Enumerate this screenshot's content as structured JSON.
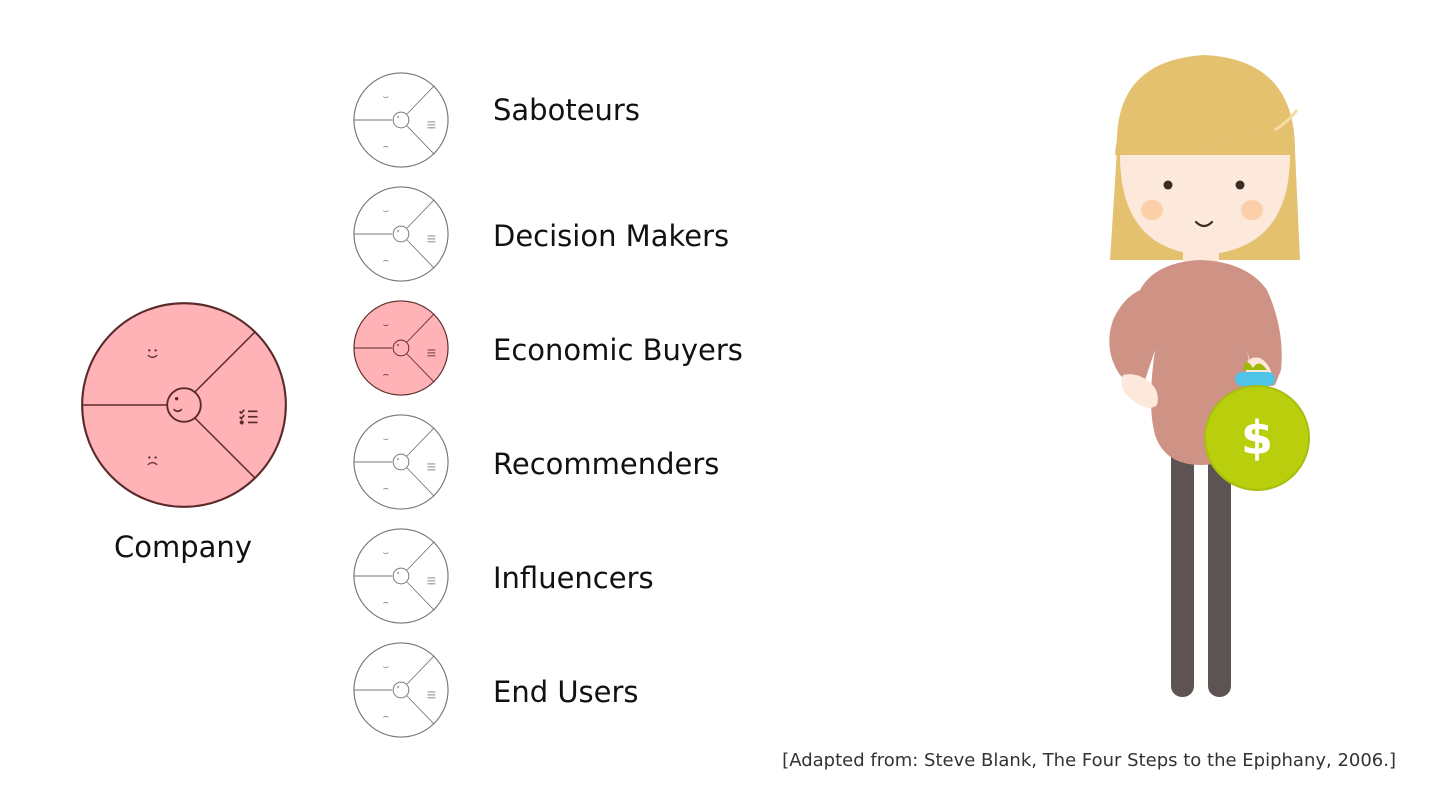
{
  "company": {
    "label": "Company",
    "highlighted": true
  },
  "roles": [
    {
      "label": "Saboteurs",
      "highlighted": false
    },
    {
      "label": "Decision Makers",
      "highlighted": false
    },
    {
      "label": "Economic Buyers",
      "highlighted": true
    },
    {
      "label": "Recommenders",
      "highlighted": false
    },
    {
      "label": "Influencers",
      "highlighted": false
    },
    {
      "label": "End Users",
      "highlighted": false
    }
  ],
  "attribution": "[Adapted from: Steve Blank, The Four Steps to the Epiphany, 2006.]",
  "money_bag": {
    "symbol": "$"
  },
  "colors": {
    "highlight_fill": "#ffb3b6",
    "highlight_stroke": "#5a2a2a",
    "plain_stroke": "#777777",
    "bag_green": "#b9cf0e",
    "hair": "#e3c16f",
    "skin": "#fde8dc",
    "shirt": "#ce9385",
    "legs": "#5c5352",
    "tie": "#4fc3e8"
  }
}
